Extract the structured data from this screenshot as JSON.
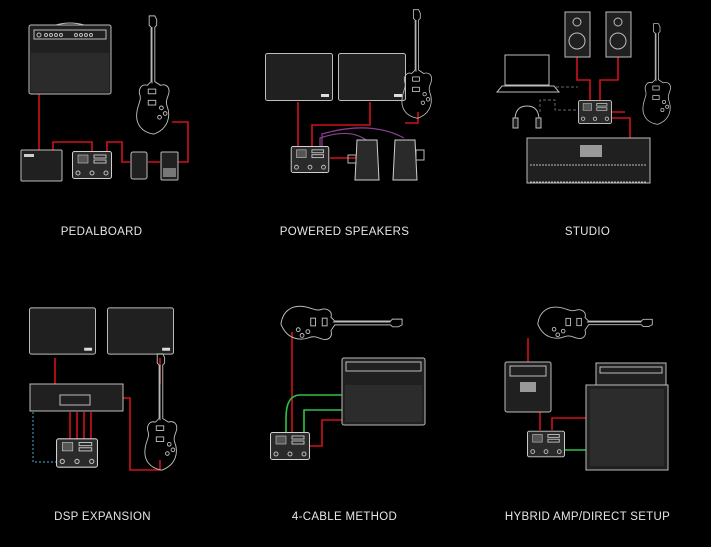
{
  "setups": [
    {
      "label": "PEDALBOARD"
    },
    {
      "label": "POWERED SPEAKERS"
    },
    {
      "label": "STUDIO"
    },
    {
      "label": "DSP EXPANSION"
    },
    {
      "label": "4-CABLE METHOD"
    },
    {
      "label": "HYBRID AMP/DIRECT SETUP"
    }
  ],
  "colors": {
    "background": "#000000",
    "cable_main": "#d0111b",
    "cable_secondary": "#2ec24a",
    "cable_expression": "#8a3f8f",
    "cable_midi": "#3a8fb0"
  }
}
